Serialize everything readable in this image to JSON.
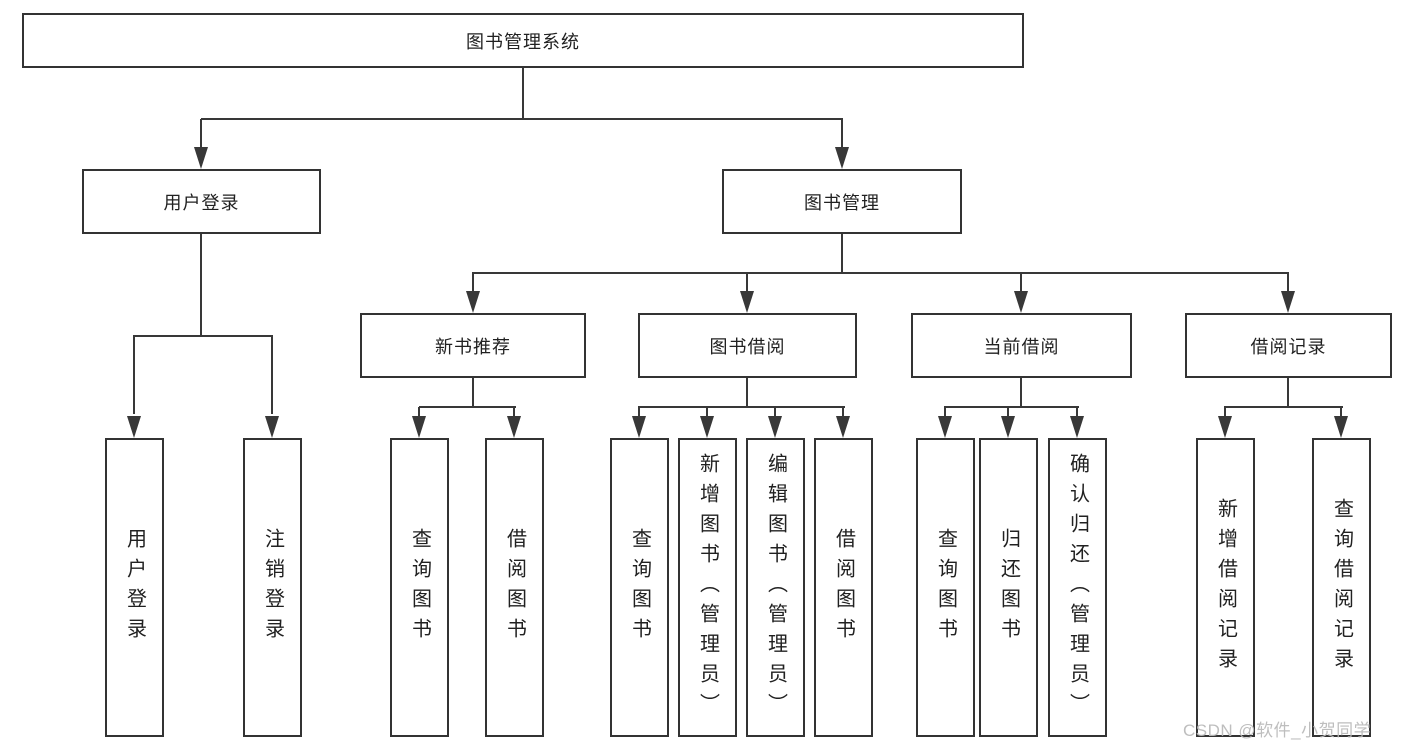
{
  "diagram": {
    "root": {
      "label": "图书管理系统"
    },
    "level2": [
      {
        "label": "用户登录"
      },
      {
        "label": "图书管理"
      }
    ],
    "level3": [
      {
        "label": "新书推荐"
      },
      {
        "label": "图书借阅"
      },
      {
        "label": "当前借阅"
      },
      {
        "label": "借阅记录"
      }
    ],
    "leaves": [
      {
        "label": "用户登录"
      },
      {
        "label": "注销登录"
      },
      {
        "label": "查询图书"
      },
      {
        "label": "借阅图书"
      },
      {
        "label": "查询图书"
      },
      {
        "label": "新增图书（管理员）"
      },
      {
        "label": "编辑图书（管理员）"
      },
      {
        "label": "借阅图书"
      },
      {
        "label": "查询图书"
      },
      {
        "label": "归还图书"
      },
      {
        "label": "确认归还（管理员）"
      },
      {
        "label": "新增借阅记录"
      },
      {
        "label": "查询借阅记录"
      }
    ],
    "colors": {
      "line": "#383838",
      "box_border": "#333333",
      "text": "#212121",
      "background": "#ffffff",
      "watermark": "#bbbbbb"
    }
  },
  "watermark": {
    "text": "CSDN @软件_小贺同学"
  }
}
